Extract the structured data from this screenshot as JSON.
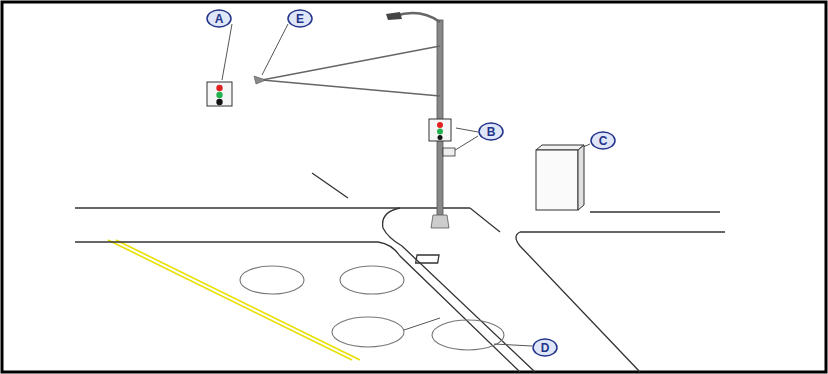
{
  "diagram": {
    "nodes": [
      {
        "text": [
          "A"
        ]
      },
      {
        "text": [
          "E"
        ]
      },
      {
        "text": [
          "B"
        ]
      },
      {
        "text": [
          "C"
        ]
      },
      {
        "text": [
          "D"
        ]
      }
    ]
  }
}
